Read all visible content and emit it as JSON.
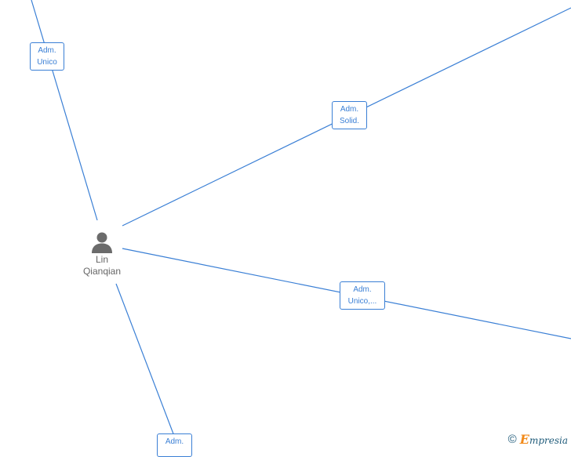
{
  "person": {
    "name_line1": "Lin",
    "name_line2": "Qianqian",
    "icon": "person-icon"
  },
  "roles": [
    {
      "line1": "Adm.",
      "line2": "Unico"
    },
    {
      "line1": "Adm.",
      "line2": "Solid."
    },
    {
      "line1": "Adm.",
      "line2": "Unico,..."
    },
    {
      "line1": "Adm.",
      "line2": ""
    }
  ],
  "footer": {
    "copyright_symbol": "©",
    "brand_initial": "E",
    "brand_rest": "mpresia"
  },
  "colors": {
    "edge": "#3a7fd5",
    "person_icon": "#6b6b6b",
    "brand": "#1f5b7a",
    "brand_accent": "#f28a1a"
  }
}
